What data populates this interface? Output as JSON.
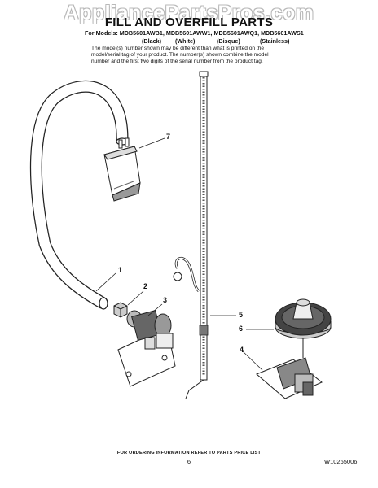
{
  "watermark": "AppliancePartsPros.com",
  "title": "FILL AND OVERFILL PARTS",
  "models_line": "For Models: MDB5601AWB1, MDB5601AWW1, MDB5601AWQ1, MDB5601AWS1",
  "variants": [
    "(Black)",
    "(White)",
    "(Bisque)",
    "(Stainless)"
  ],
  "note_lines": [
    "The model(s) number shown may be different than what is printed on the",
    "model/serial tag of your product. The number(s) shown combine the model",
    "number and the first two digits of the serial number from the product tag."
  ],
  "callouts": [
    "1",
    "2",
    "3",
    "4",
    "5",
    "6",
    "7"
  ],
  "footer": "FOR ORDERING INFORMATION REFER TO PARTS PRICE LIST",
  "page_number": "6",
  "doc_number": "W10265006"
}
